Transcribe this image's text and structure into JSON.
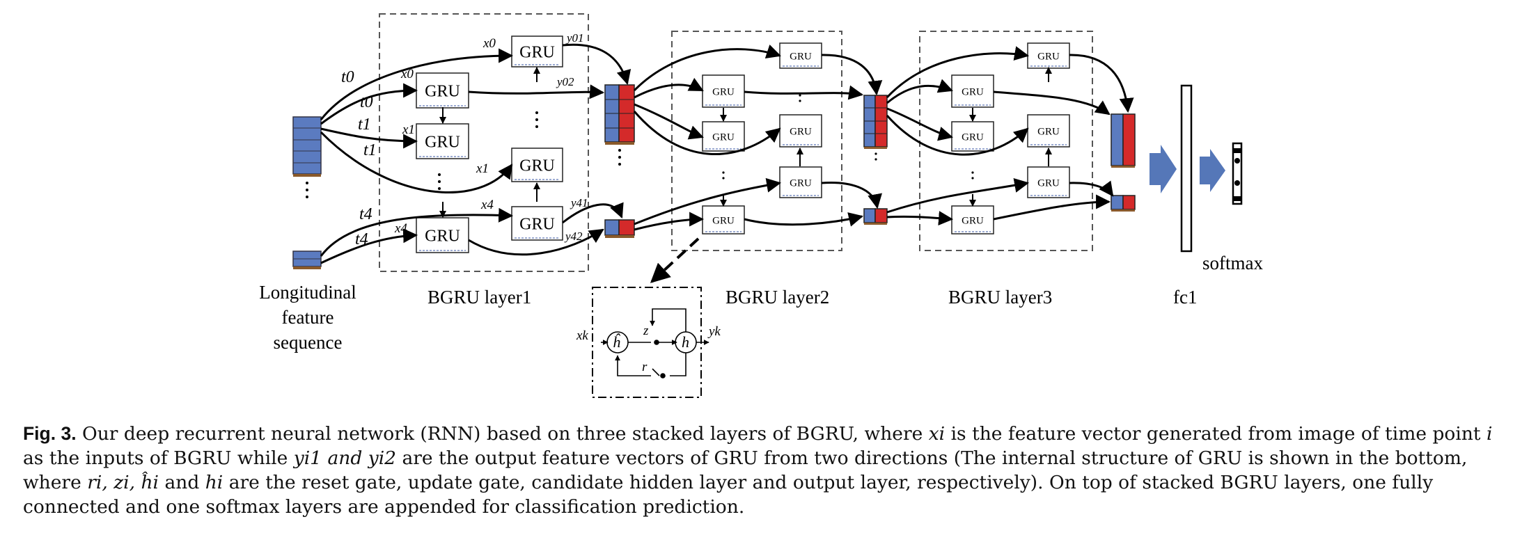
{
  "figure": {
    "gru_label": "GRU",
    "input_block_label": [
      "Longitudinal",
      "feature",
      "sequence"
    ],
    "layer_labels": [
      "BGRU layer1",
      "BGRU layer2",
      "BGRU layer3"
    ],
    "fc_label": "fc1",
    "softmax_label": "softmax",
    "time_labels": [
      "t0",
      "t0",
      "t1",
      "t1",
      "t4",
      "t4"
    ],
    "layer1_input_labels": [
      "x0",
      "x0",
      "x1",
      "x1",
      "x4",
      "x4"
    ],
    "layer1_output_labels": [
      "y01",
      "y02",
      "y41",
      "y42"
    ],
    "inset": {
      "input": "xk",
      "output": "yk",
      "candidate": "ĥ",
      "hidden": "h",
      "update_gate": "z",
      "reset_gate": "r"
    },
    "colors": {
      "blue": "#5b7bc0",
      "red": "#d42a2a",
      "arrow_fill": "#5577b8"
    }
  },
  "caption": {
    "fig_label": "Fig. 3.",
    "t1": " Our deep recurrent neural network (RNN) based on three stacked layers of BGRU, where ",
    "xi": "xi",
    "t2": " is the feature vector generated from image of time point ",
    "i": "i",
    "t3": " as the inputs of BGRU while ",
    "yi": "yi1 and yi2",
    "t4": " are the output feature vectors of GRU from two directions (The internal structure of GRU is shown in the bottom, where ",
    "gates": "ri, zi, ĥi",
    "t5": " and ",
    "hi": "hi",
    "t6": " are the reset gate, update gate, candidate hidden layer and output layer, respectively). On top of stacked BGRU layers, one fully connected and one softmax layers are appended for classification prediction."
  }
}
